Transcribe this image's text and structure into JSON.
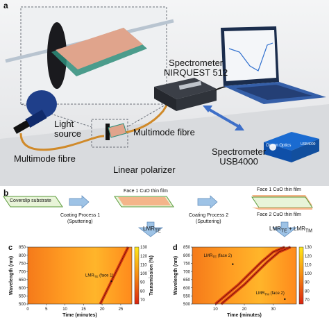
{
  "panel_a": {
    "letter": "a",
    "spectrometer_nirquest": "Spectrometer\nNIRQUEST 512",
    "light_source": "Light\nsource",
    "multimode_fibre_left": "Multimode fibre",
    "multimode_fibre_right": "Multimode fibre",
    "linear_polarizer": "Linear polarizer",
    "spectrometer_usb": "Spectrometer\nUSB4000",
    "usb_device_brand": "Ocean Optics",
    "usb_device_model": "USB4000"
  },
  "panel_b": {
    "letter": "b",
    "coverslip_label": "Coverslip substrate",
    "coating1_line1": "Coating Process 1",
    "coating1_line2": "(Sputtering)",
    "coating2_line1": "Coating Process 2",
    "coating2_line2": "(Sputtering)",
    "face1_label_1": "Face 1  CuO thin film",
    "face1_label_2": "Face 1  CuO thin film",
    "face2_label": "Face 2 CuO thin film",
    "lmr_te_main": "LMR",
    "lmr_te_sub": "TE",
    "lmr_sum_main1": "LMR",
    "lmr_sum_sub1": "TE",
    "lmr_sum_plus": " + LMR",
    "lmr_sum_sub2": "TM"
  },
  "colors": {
    "substrate_fill": "#e8f4d8",
    "substrate_stroke": "#5a9a3a",
    "film_fill": "#f4b58a",
    "arrow_fill": "#9ec3e6",
    "heat_low": "#d9230f",
    "heat_high": "#ffe81a"
  },
  "chart_data": [
    {
      "id": "c",
      "type": "heatmap",
      "letter": "c",
      "xlabel": "Time (minutes)",
      "ylabel": "Wavelength (nm)",
      "colorbar_label": "Transmission (%)",
      "x_ticks": [
        0,
        5,
        10,
        15,
        20,
        25
      ],
      "y_ticks": [
        500,
        550,
        600,
        650,
        700,
        750,
        800,
        850
      ],
      "colorbar_ticks": [
        70,
        80,
        90,
        100,
        110,
        120,
        130
      ],
      "xlim": [
        0,
        28
      ],
      "ylim": [
        500,
        850
      ],
      "zlim": [
        65,
        130
      ],
      "annotation_main": "LMR",
      "annotation_sub": "TE",
      "annotation_tail": " (face 1)",
      "trace": {
        "x": [
          19.5,
          21,
          22.5,
          24,
          25.5,
          27
        ],
        "y": [
          500,
          570,
          640,
          710,
          780,
          850
        ]
      }
    },
    {
      "id": "d",
      "type": "heatmap",
      "letter": "d",
      "xlabel": "Time (minutes)",
      "ylabel": "Wavelength (nm)",
      "colorbar_ticks": [
        70,
        80,
        90,
        100,
        110,
        120,
        130
      ],
      "x_ticks": [
        10,
        20,
        30
      ],
      "y_ticks": [
        500,
        550,
        600,
        650,
        700,
        750,
        800,
        850
      ],
      "xlim": [
        2,
        38
      ],
      "ylim": [
        500,
        850
      ],
      "zlim": [
        65,
        130
      ],
      "annotation1_main": "LMR",
      "annotation1_sub": "TE",
      "annotation1_tail": " (face 2)",
      "annotation2_main": "LMR",
      "annotation2_sub": "TM",
      "annotation2_tail": " (face 2)",
      "trace1": {
        "x": [
          10,
          14,
          18,
          22,
          26,
          30,
          34
        ],
        "y": [
          500,
          560,
          620,
          690,
          760,
          820,
          850
        ]
      },
      "trace2": {
        "x": [
          12,
          16,
          20,
          24,
          28,
          32,
          36
        ],
        "y": [
          500,
          560,
          620,
          690,
          760,
          820,
          850
        ]
      }
    }
  ]
}
